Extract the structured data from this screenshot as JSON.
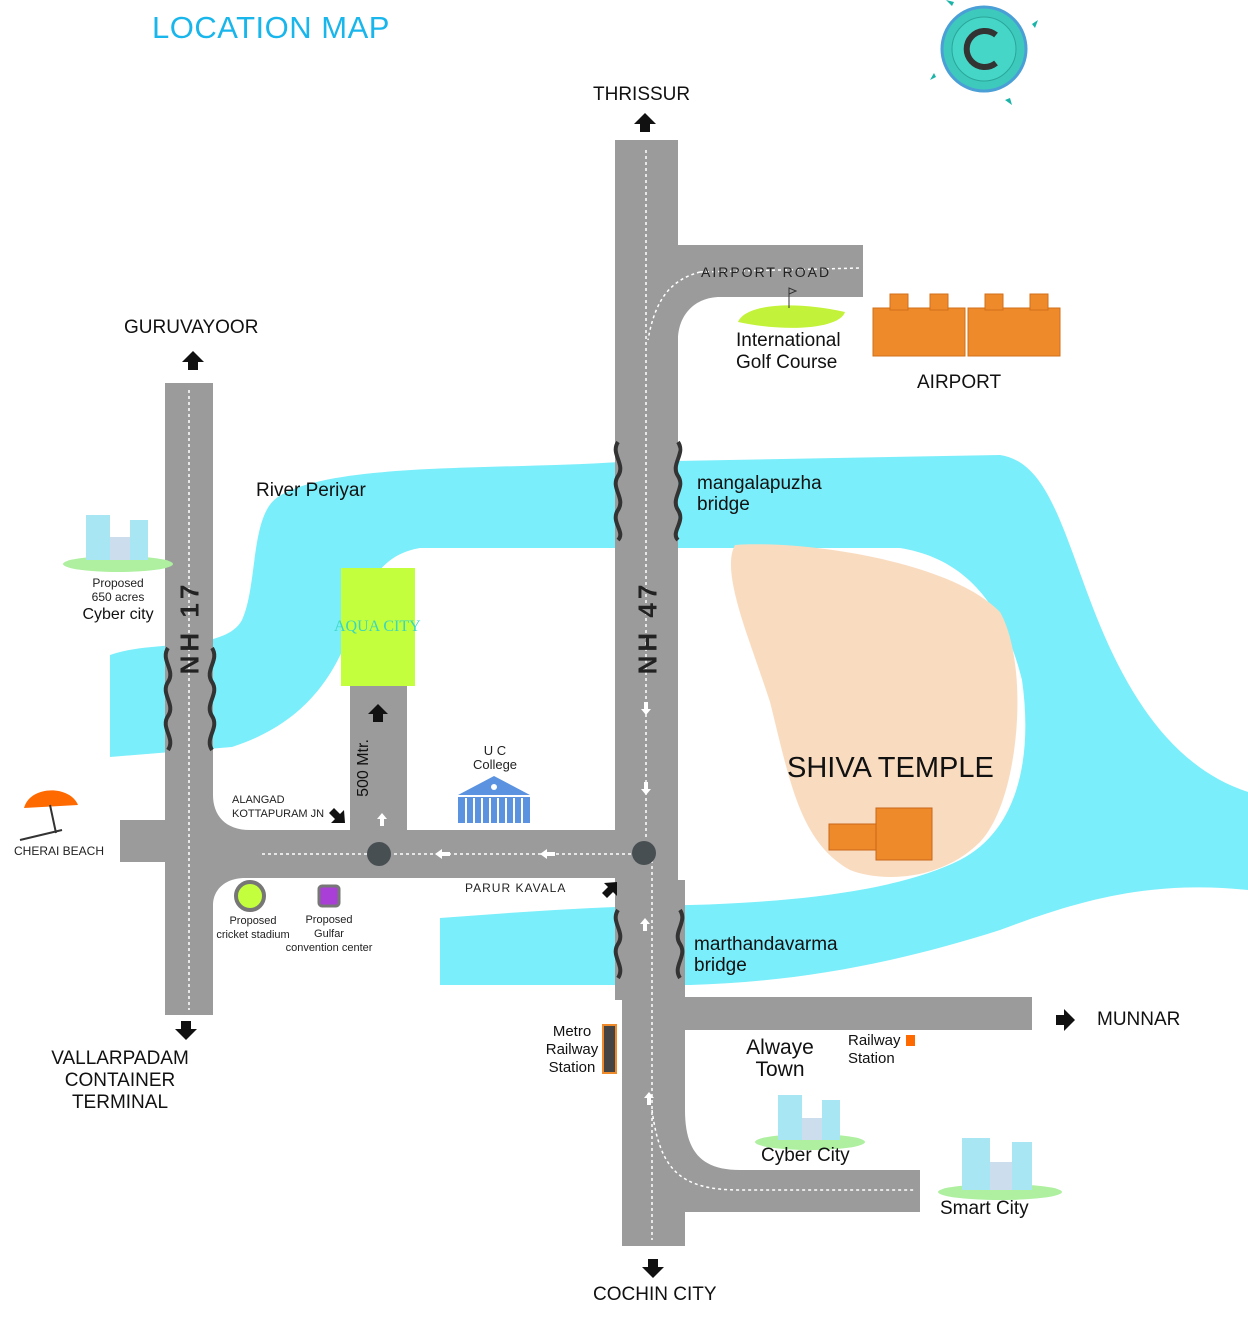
{
  "title": "LOCATION MAP",
  "directions": {
    "thrissur": "THRISSUR",
    "guruvayoor": "GURUVAYOOR",
    "vallarpadam": [
      "VALLARPADAM",
      "CONTAINER",
      "TERMINAL"
    ],
    "munnar": "MUNNAR",
    "cochin": "COCHIN CITY"
  },
  "roads": {
    "nh47": "NH 47",
    "nh17": "NH 17",
    "airport_road": "AIRPORT ROAD",
    "distance": "500 Mtr."
  },
  "places": {
    "golf": [
      "International",
      "Golf Course"
    ],
    "airport": "AIRPORT",
    "river": "River Periyar",
    "mangalapuzha": [
      "mangalapuzha",
      "bridge"
    ],
    "cyber_proposed": [
      "Proposed",
      "650 acres",
      "Cyber city"
    ],
    "aqua_city": "AQUA CITY",
    "uc_college": [
      "U C",
      "College"
    ],
    "shiva_temple": "SHIVA TEMPLE",
    "cherai": "CHERAI BEACH",
    "alangad": [
      "ALANGAD",
      "KOTTAPURAM JN"
    ],
    "parur": "PARUR KAVALA",
    "cricket": [
      "Proposed",
      "cricket stadium"
    ],
    "gulfar": [
      "Proposed",
      "Gulfar",
      "convention center"
    ],
    "marthandavarma": [
      "marthandavarma",
      "bridge"
    ],
    "metro": [
      "Metro",
      "Railway",
      "Station"
    ],
    "alwaye": [
      "Alwaye",
      "Town"
    ],
    "railway": [
      "Railway",
      "Station"
    ],
    "cyber_city": "Cyber City",
    "smart_city": "Smart City"
  },
  "colors": {
    "road": "#9b9b9b",
    "river": "#7aeefa",
    "temple_land": "#f9dcc0",
    "aqua_city": "#c3ff3c",
    "title": "#19b6ec",
    "building": "#ef8a2a"
  }
}
